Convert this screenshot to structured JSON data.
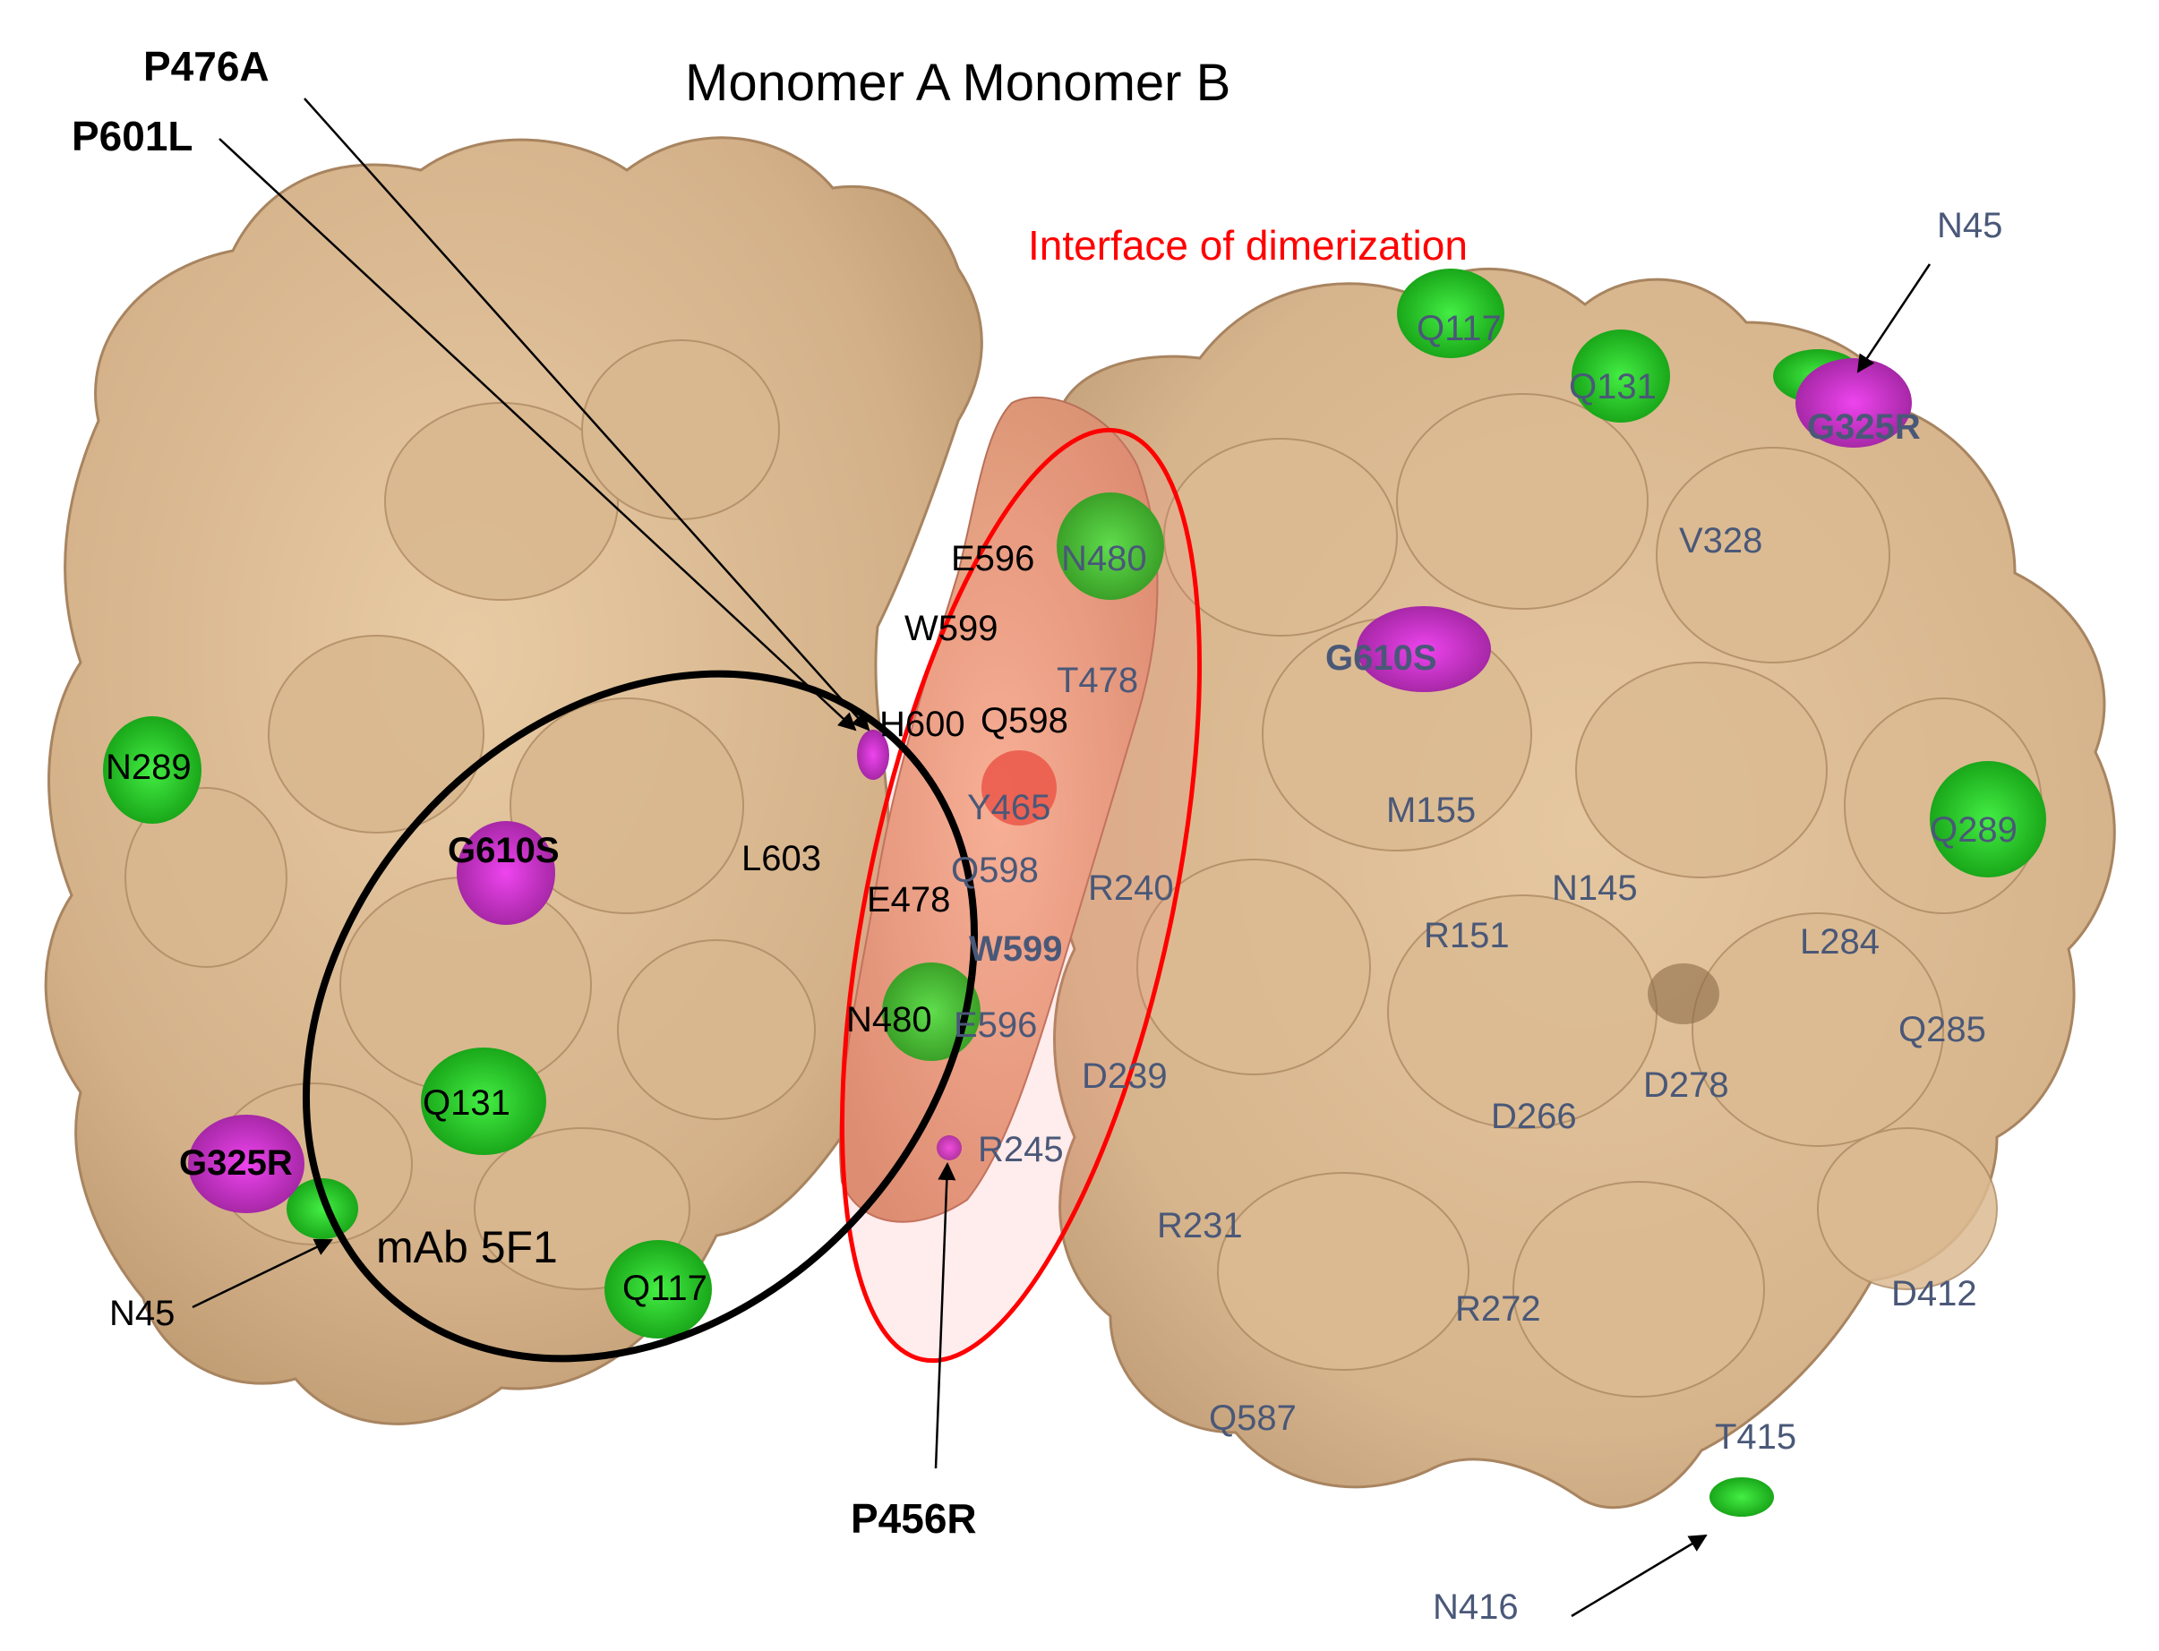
{
  "title": "Monomer A Monomer B",
  "interface_label": "Interface of dimerization",
  "antibody_label": "mAb 5F1",
  "colors": {
    "surface": "#d6b48c",
    "surface_shadow": "#a8865e",
    "interface": "#f0a888",
    "glycosylation": "#22cc22",
    "mutation": "#cc22cc",
    "interface_ring": "#ff0000",
    "antibody_ring": "#000000",
    "chain_b_text": "#4a5878"
  },
  "mutations_callout": {
    "p476a": "P476A",
    "p601l": "P601L",
    "p456r": "P456R"
  },
  "monomer_a": {
    "n289": "N289",
    "g610s": "G610S",
    "l603": "L603",
    "h600": "H600",
    "q598": "Q598",
    "e596": "E596",
    "w599": "W599",
    "e478": "E478",
    "n480": "N480",
    "q131": "Q131",
    "g325r": "G325R",
    "n45": "N45",
    "q117": "Q117"
  },
  "monomer_b": {
    "q117": "Q117",
    "q131": "Q131",
    "n45": "N45",
    "g325r": "G325R",
    "n480": "N480",
    "v328": "V328",
    "g610s": "G610S",
    "t478": "T478",
    "y465": "Y465",
    "q598": "Q598",
    "m155": "M155",
    "r240": "R240",
    "n145": "N145",
    "q289": "Q289",
    "w599": "W599",
    "r151": "R151",
    "l284": "L284",
    "e596": "E596",
    "q285": "Q285",
    "d239": "D239",
    "d278": "D278",
    "d266": "D266",
    "r245": "R245",
    "r231": "R231",
    "r272": "R272",
    "d412": "D412",
    "q587": "Q587",
    "t415": "T415",
    "n416": "N416"
  }
}
